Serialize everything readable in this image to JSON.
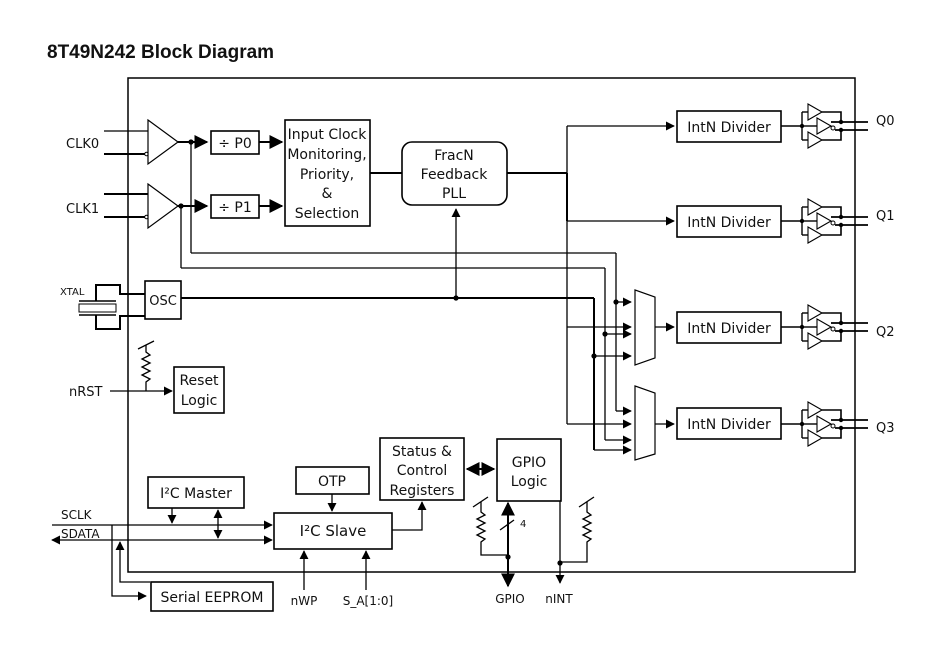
{
  "title": "8T49N242 Block Diagram",
  "inputs": {
    "clk0": "CLK0",
    "clk1": "CLK1",
    "xtal": "XTAL",
    "nrst": "nRST",
    "sclk": "SCLK",
    "sdata": "SDATA",
    "nwp": "nWP",
    "s_a": "S_A[1:0]",
    "gpio": "GPIO",
    "nint": "nINT"
  },
  "blocks": {
    "p0": "÷ P0",
    "p1": "÷ P1",
    "input_clock": [
      "Input Clock",
      "Monitoring,",
      "Priority,",
      "&",
      "Selection"
    ],
    "pll": [
      "FracN",
      "Feedback",
      "PLL"
    ],
    "osc": "OSC",
    "reset": [
      "Reset",
      "Logic"
    ],
    "i2c_master": "I²C Master",
    "otp": "OTP",
    "i2c_slave": "I²C Slave",
    "status": [
      "Status &",
      "Control",
      "Registers"
    ],
    "gpio_logic": [
      "GPIO",
      "Logic"
    ],
    "eeprom": "Serial EEPROM",
    "dividers": [
      "IntN Divider",
      "IntN Divider",
      "IntN Divider",
      "IntN Divider"
    ],
    "gpio_bus_width": "4"
  },
  "outputs": [
    "Q0",
    "Q1",
    "Q2",
    "Q3"
  ]
}
